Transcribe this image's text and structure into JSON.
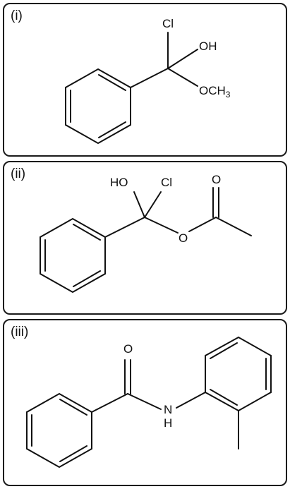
{
  "panels": [
    {
      "label": "(i)",
      "atoms": {
        "cl": "Cl",
        "oh": "OH",
        "methoxy_o": "OCH",
        "methoxy_sub": "3"
      }
    },
    {
      "label": "(ii)",
      "atoms": {
        "ho": "HO",
        "cl": "Cl",
        "o_carbonyl": "O",
        "o_ester": "O"
      }
    },
    {
      "label": "(iii)",
      "atoms": {
        "o_carbonyl": "O",
        "n": "N",
        "h": "H"
      }
    }
  ]
}
